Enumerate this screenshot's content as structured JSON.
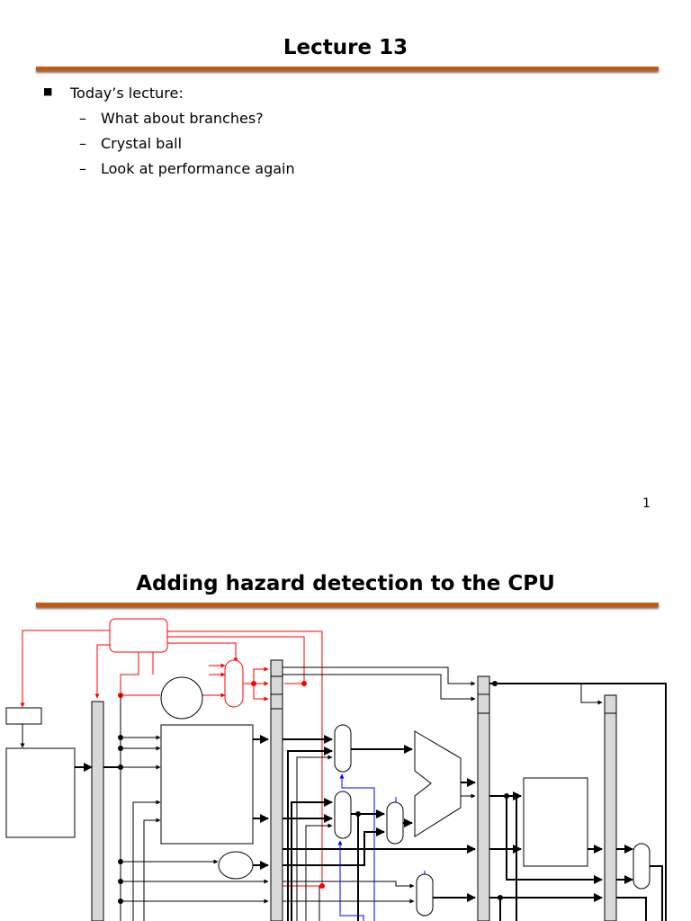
{
  "slide1": {
    "title": "Lecture 13",
    "bullet": "Today’s lecture:",
    "subitems": [
      "What about branches?",
      "Crystal ball",
      "Look at performance again"
    ],
    "page_number": "1"
  },
  "slide2": {
    "title": "Adding hazard detection to the CPU"
  },
  "colors": {
    "rule": "#c55a11",
    "hazard": "#ff0000",
    "forwarding": "#0000ff",
    "pipeline_register": "#d9d9d9"
  }
}
